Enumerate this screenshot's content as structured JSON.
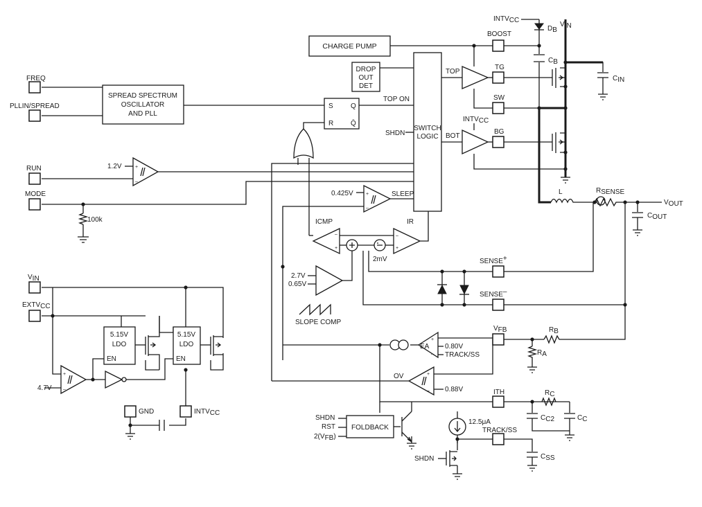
{
  "pins": {
    "freq": "FREQ",
    "pllin_spread": "PLLIN/SPREAD",
    "run": "RUN",
    "mode": "MODE",
    "vin": "V",
    "vin_sub": "IN",
    "extvcc": "EXTV",
    "extvcc_sub": "CC",
    "gnd": "GND",
    "intvcc": "INTV",
    "intvcc_sub": "CC",
    "boost": "BOOST",
    "tg": "TG",
    "sw": "SW",
    "bg": "BG",
    "sense_plus": "SENSE",
    "sense_plus_sup": "+",
    "sense_minus": "SENSE",
    "sense_minus_sup": "–",
    "vfb": "V",
    "vfb_sub": "FB",
    "ith": "ITH",
    "track_ss": "TRACK/SS"
  },
  "blocks": {
    "charge_pump": "CHARGE PUMP",
    "osc_line1": "SPREAD SPECTRUM",
    "osc_line2": "OSCILLATOR",
    "osc_line3": "AND PLL",
    "dropout_line1": "DROP",
    "dropout_line2": "OUT",
    "dropout_line3": "DET",
    "switch_line1": "SWITCH",
    "switch_line2": "LOGIC",
    "ldo1_line1": "5.15V",
    "ldo1_line2": "LDO",
    "ldo1_en": "EN",
    "ldo2_line1": "5.15V",
    "ldo2_line2": "LDO",
    "ldo2_en": "EN",
    "foldback": "FOLDBACK",
    "ff_s": "S",
    "ff_r": "R",
    "ff_q": "Q",
    "ff_qbar": "Q̄"
  },
  "signals": {
    "top": "TOP",
    "bot": "BOT",
    "top_on": "TOP ON",
    "shdn": "SHDN",
    "sleep": "SLEEP",
    "icmp": "ICMP",
    "ir": "IR",
    "ea": "EA",
    "ov": "OV",
    "slope_comp": "SLOPE COMP",
    "fb_shdn": "SHDN",
    "fb_rst": "RST",
    "fb_2vfb": "2(V",
    "fb_2vfb_sub": "FB",
    "fb_2vfb_end": ")",
    "ss_shdn": "SHDN",
    "intvcc_top": "INTV",
    "intvcc_top_sub": "CC",
    "intvcc_bg": "INTV",
    "intvcc_bg_sub": "CC"
  },
  "values": {
    "run_ref": "1.2V",
    "sleep_ref": "0.425V",
    "mode_res": "100k",
    "offset": "2mV",
    "slope_hi": "2.7V",
    "slope_lo": "0.65V",
    "ea_ref": "0.80V",
    "ov_ref": "0.88V",
    "extvcc_ref": "4.7V",
    "iss": "12.5μA"
  },
  "components": {
    "db": "D",
    "db_sub": "B",
    "cb": "C",
    "cb_sub": "B",
    "cin": "C",
    "cin_sub": "IN",
    "vin": "V",
    "vin_sub": "IN",
    "l": "L",
    "rsense": "R",
    "rsense_sub": "SENSE",
    "vout": "V",
    "vout_sub": "OUT",
    "cout": "C",
    "cout_sub": "OUT",
    "rb": "R",
    "rb_sub": "B",
    "ra": "R",
    "ra_sub": "A",
    "rc": "R",
    "rc_sub": "C",
    "cc2": "C",
    "cc2_sub": "C2",
    "cc": "C",
    "cc_sub": "C",
    "css": "C",
    "css_sub": "SS"
  }
}
